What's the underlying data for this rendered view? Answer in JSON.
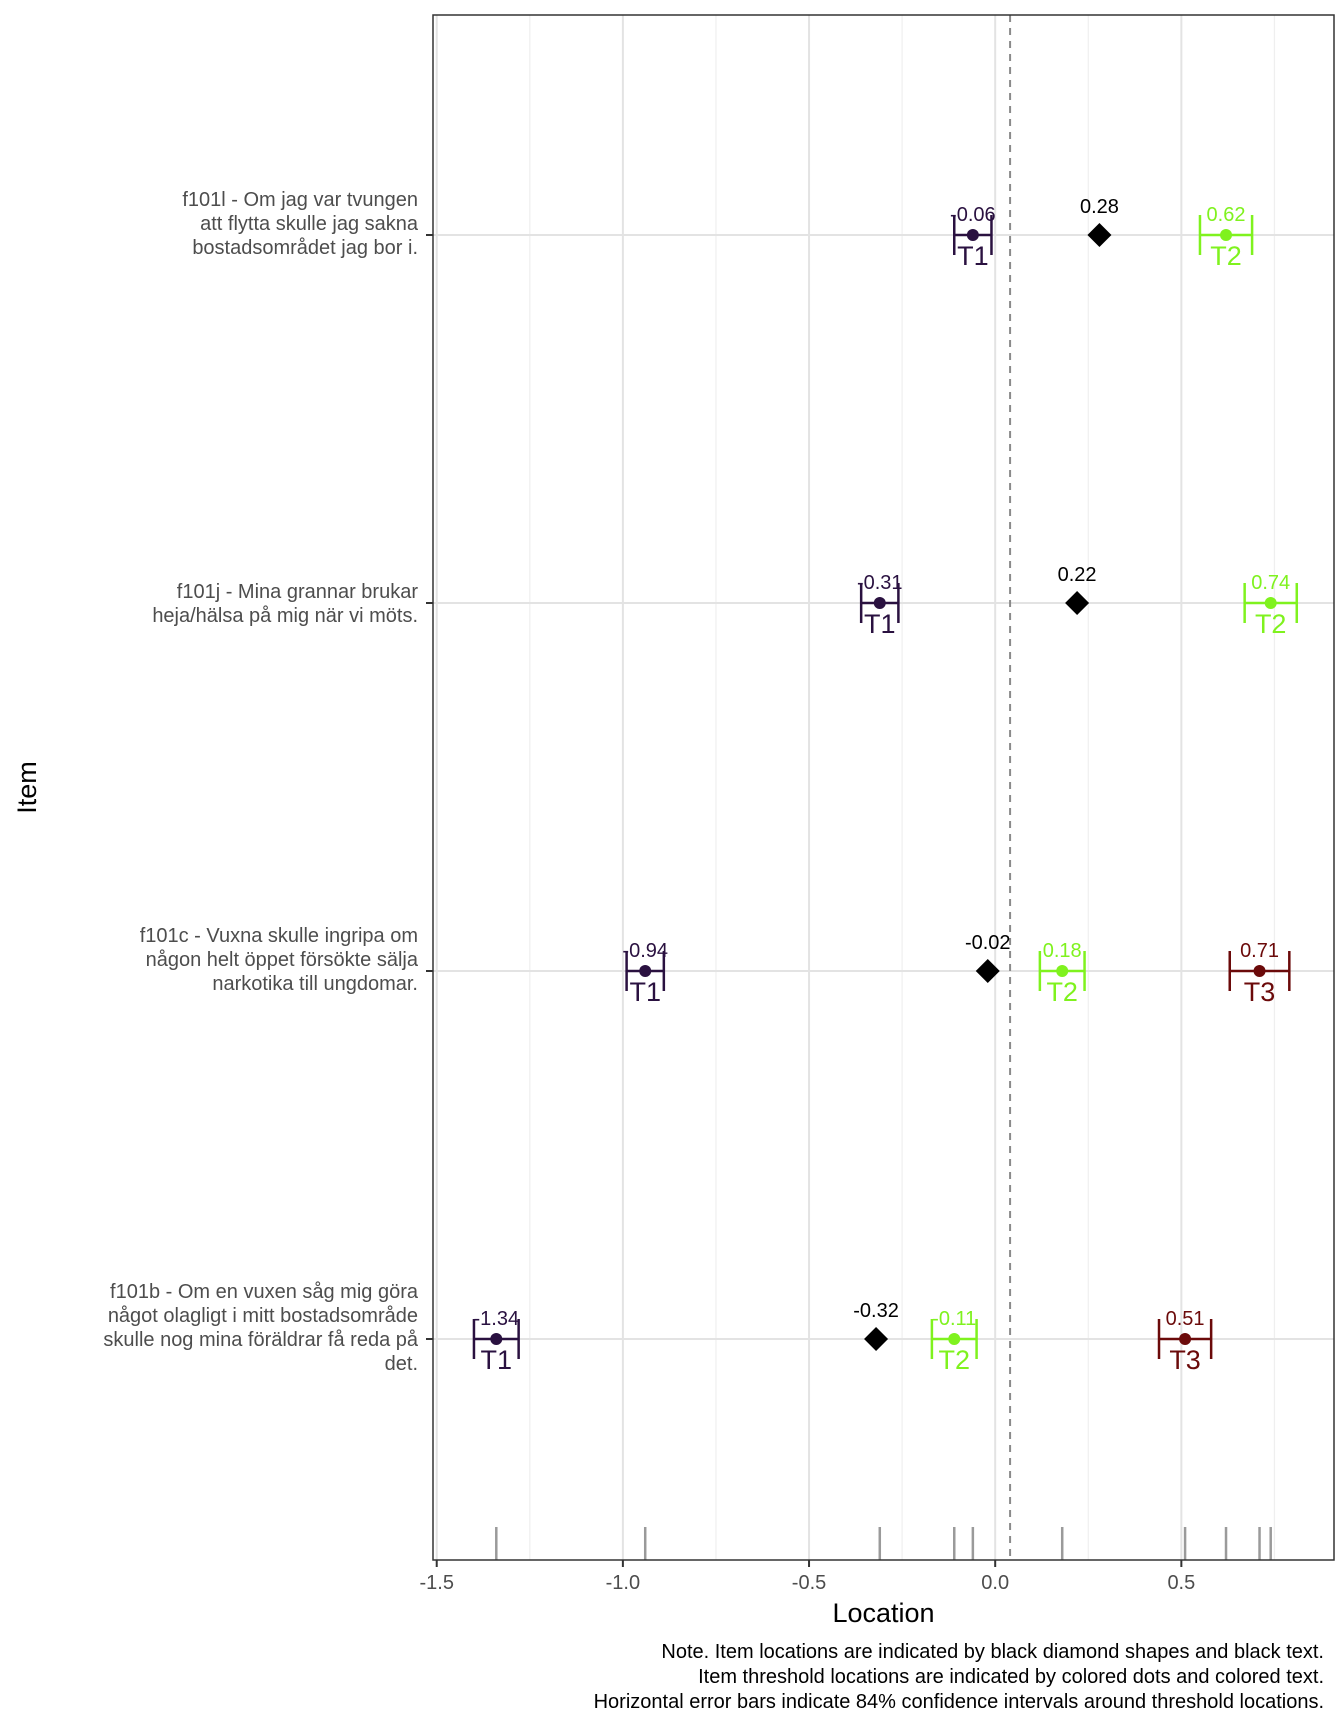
{
  "chart_data": {
    "type": "scatter",
    "xlabel": "Location",
    "ylabel": "Item",
    "xlim": [
      -1.51,
      0.91
    ],
    "xticks": [
      "-1.5",
      "-1.0",
      "-0.5",
      "0.0",
      "0.5"
    ],
    "xtick_values": [
      -1.5,
      -1.0,
      -0.5,
      0.0,
      0.5
    ],
    "reference_line_x": 0.04,
    "grid": true,
    "threshold_colors": {
      "T1": "#2a1140",
      "T2": "#7ff21e",
      "T3": "#6b0a0a"
    },
    "items": [
      {
        "label_lines": [
          "f101l - Om jag var tvungen",
          "att flytta skulle jag sakna",
          "bostadsområdet jag bor i."
        ],
        "location": 0.28,
        "location_label": "0.28",
        "thresholds": [
          {
            "name": "T1",
            "value": -0.06,
            "value_label": "-0.06",
            "ci": [
              -0.11,
              -0.01
            ]
          },
          {
            "name": "T2",
            "value": 0.62,
            "value_label": "0.62",
            "ci": [
              0.55,
              0.69
            ]
          }
        ]
      },
      {
        "label_lines": [
          "f101j - Mina grannar brukar",
          "heja/hälsa på mig när vi möts."
        ],
        "location": 0.22,
        "location_label": "0.22",
        "thresholds": [
          {
            "name": "T1",
            "value": -0.31,
            "value_label": "-0.31",
            "ci": [
              -0.36,
              -0.26
            ]
          },
          {
            "name": "T2",
            "value": 0.74,
            "value_label": "0.74",
            "ci": [
              0.67,
              0.81
            ]
          }
        ]
      },
      {
        "label_lines": [
          "f101c - Vuxna skulle ingripa om",
          "någon helt öppet försökte sälja",
          "narkotika till ungdomar."
        ],
        "location": -0.02,
        "location_label": "-0.02",
        "thresholds": [
          {
            "name": "T1",
            "value": -0.94,
            "value_label": "-0.94",
            "ci": [
              -0.99,
              -0.89
            ]
          },
          {
            "name": "T2",
            "value": 0.18,
            "value_label": "0.18",
            "ci": [
              0.12,
              0.24
            ]
          },
          {
            "name": "T3",
            "value": 0.71,
            "value_label": "0.71",
            "ci": [
              0.63,
              0.79
            ]
          }
        ]
      },
      {
        "label_lines": [
          "f101b - Om en vuxen såg mig göra",
          "något olagligt i mitt bostadsområde",
          "skulle nog mina föräldrar få reda på",
          "det."
        ],
        "location": -0.32,
        "location_label": "-0.32",
        "thresholds": [
          {
            "name": "T1",
            "value": -1.34,
            "value_label": "-1.34",
            "ci": [
              -1.4,
              -1.28
            ]
          },
          {
            "name": "T2",
            "value": -0.11,
            "value_label": "-0.11",
            "ci": [
              -0.17,
              -0.05
            ]
          },
          {
            "name": "T3",
            "value": 0.51,
            "value_label": "0.51",
            "ci": [
              0.44,
              0.58
            ]
          }
        ]
      }
    ],
    "rug_values": [
      -1.34,
      -0.94,
      -0.31,
      -0.11,
      -0.06,
      0.18,
      0.51,
      0.62,
      0.71,
      0.74
    ]
  },
  "note": {
    "line1": "Note. Item locations are indicated by black diamond shapes and black text.",
    "line2": "Item threshold locations are indicated by colored dots and colored text.",
    "line3": "Horizontal error bars indicate 84% confidence intervals around threshold locations."
  }
}
